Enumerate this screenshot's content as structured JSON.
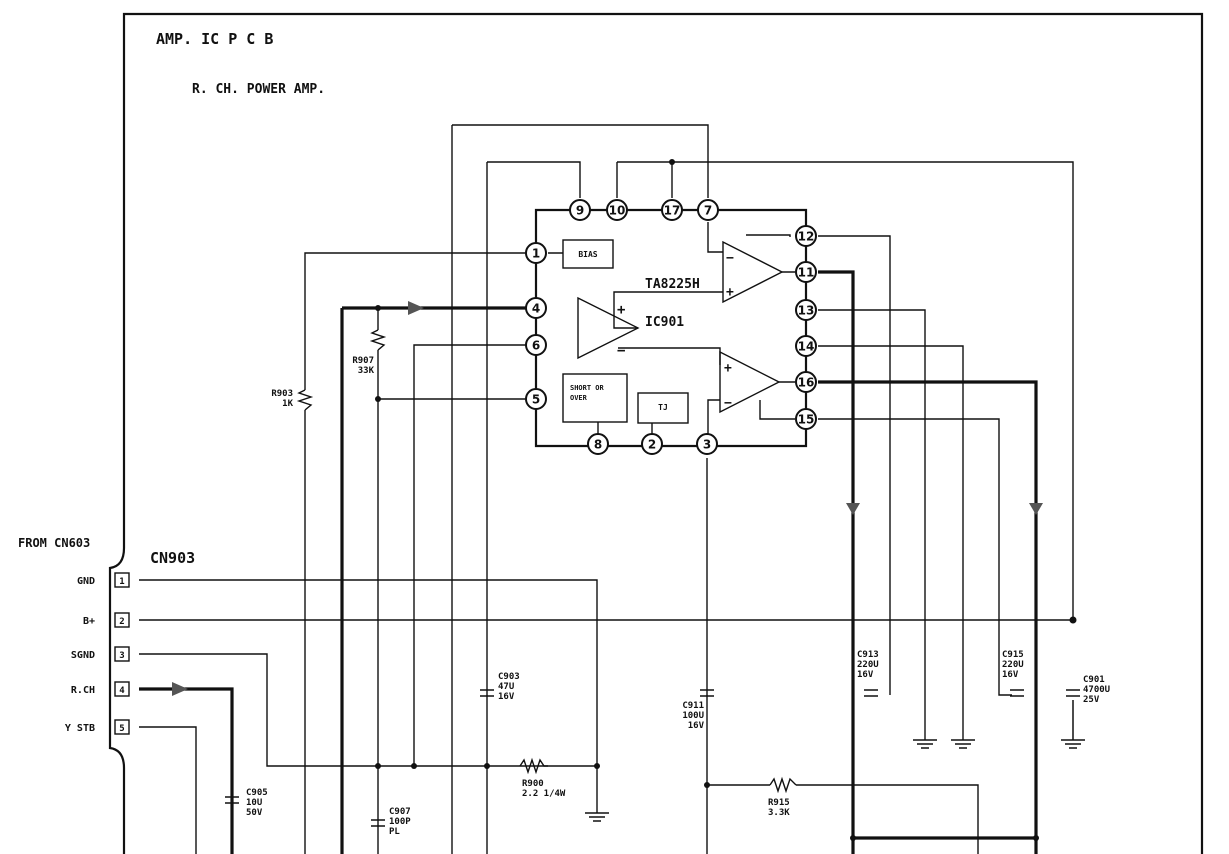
{
  "board": {
    "title": "AMP. IC P C B",
    "subtitle": "R. CH. POWER AMP."
  },
  "ic": {
    "part": "TA8225H",
    "ref": "IC901",
    "bias": "BIAS",
    "short_line1": "SHORT OR",
    "short_line2": "OVER",
    "tj": "TJ",
    "pins": [
      "9",
      "10",
      "17",
      "7",
      "1",
      "4",
      "6",
      "5",
      "8",
      "2",
      "3",
      "12",
      "11",
      "13",
      "14",
      "16",
      "15"
    ]
  },
  "connector": {
    "from": "FROM CN603",
    "name": "CN903",
    "pins": [
      {
        "num": "1",
        "label": "GND"
      },
      {
        "num": "2",
        "label": "B+"
      },
      {
        "num": "3",
        "label": "SGND"
      },
      {
        "num": "4",
        "label": "R.CH"
      },
      {
        "num": "5",
        "label": "Y STB"
      }
    ]
  },
  "components": [
    {
      "ref": "R903",
      "value": "1K"
    },
    {
      "ref": "R907",
      "value": "33K"
    },
    {
      "ref": "C903",
      "value": "47U",
      "rating": "16V"
    },
    {
      "ref": "C911",
      "value": "100U",
      "rating": "16V"
    },
    {
      "ref": "C913",
      "value": "220U",
      "rating": "16V"
    },
    {
      "ref": "C915",
      "value": "220U",
      "rating": "16V"
    },
    {
      "ref": "C901",
      "value": "4700U",
      "rating": "25V"
    },
    {
      "ref": "R900",
      "value": "2.2  1/4W"
    },
    {
      "ref": "R915",
      "value": "3.3K"
    },
    {
      "ref": "C905",
      "value": "10U",
      "rating": "50V"
    },
    {
      "ref": "C907",
      "value": "100P",
      "rating": "PL"
    }
  ]
}
